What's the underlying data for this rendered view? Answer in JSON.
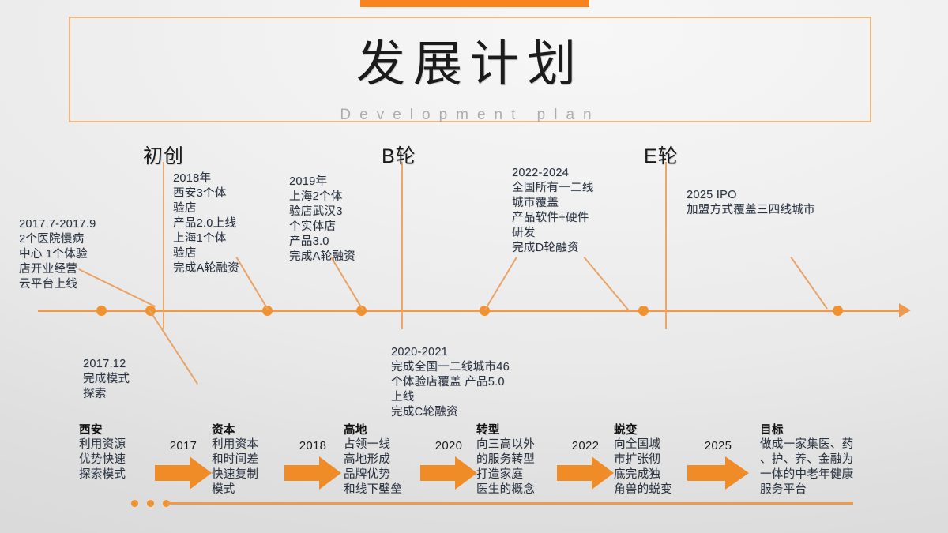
{
  "theme": {
    "accent": "#f7841f",
    "accent_soft": "#ee9a4e",
    "frame_border": "#edb77e",
    "text_dark": "#1b1b1b",
    "text_body": "#2a3442",
    "subtitle_gray": "#adadad",
    "background": "#e9e9e9"
  },
  "header": {
    "title": "发展计划",
    "subtitle": "Development plan"
  },
  "timeline": {
    "stage_headers": [
      {
        "label": "初创"
      },
      {
        "label": "B轮"
      },
      {
        "label": "E轮"
      }
    ],
    "notes": [
      {
        "id": "note-2017-7",
        "text": "2017.7-2017.9\n 2个医院慢病\n中心 1个体验\n店开业经营\n云平台上线"
      },
      {
        "id": "note-2018",
        "text": "2018年\n西安3个体\n验店\n产品2.0上线\n 上海1个体\n验店\n完成A轮融资"
      },
      {
        "id": "note-2019",
        "text": "2019年\n上海2个体\n验店武汉3\n个实体店\n产品3.0\n完成A轮融资"
      },
      {
        "id": "note-2022-2024",
        "text": "2022-2024\n全国所有一二线\n城市覆盖\n产品软件+硬件\n研发\n完成D轮融资"
      },
      {
        "id": "note-2025-ipo",
        "text": "2025 IPO\n加盟方式覆盖三四线城市"
      },
      {
        "id": "note-2017-12",
        "text": "2017.12\n完成模式\n探索"
      },
      {
        "id": "note-2020-2021",
        "text": "2020-2021\n完成全国一二线城市46\n个体验店覆盖 产品5.0\n上线\n完成C轮融资"
      }
    ]
  },
  "chain": {
    "steps": [
      {
        "title": "西安",
        "body": "利用资源\n优势快速\n探索模式"
      },
      {
        "title": "资本",
        "body": "利用资本\n和时间差\n快速复制\n模式"
      },
      {
        "title": "高地",
        "body": "占领一线\n高地形成\n品牌优势\n和线下壁垒"
      },
      {
        "title": "转型",
        "body": "向三高以外\n的服务转型\n打造家庭\n医生的概念"
      },
      {
        "title": "蜕变",
        "body": "向全国城\n市扩张彻\n底完成独\n角兽的蜕变"
      },
      {
        "title": "目标",
        "body": "做成一家集医、药\n、护、养、金融为\n一体的中老年健康\n服务平台"
      }
    ],
    "arrow_years": [
      "2017",
      "2018",
      "2020",
      "2022",
      "2025"
    ]
  }
}
